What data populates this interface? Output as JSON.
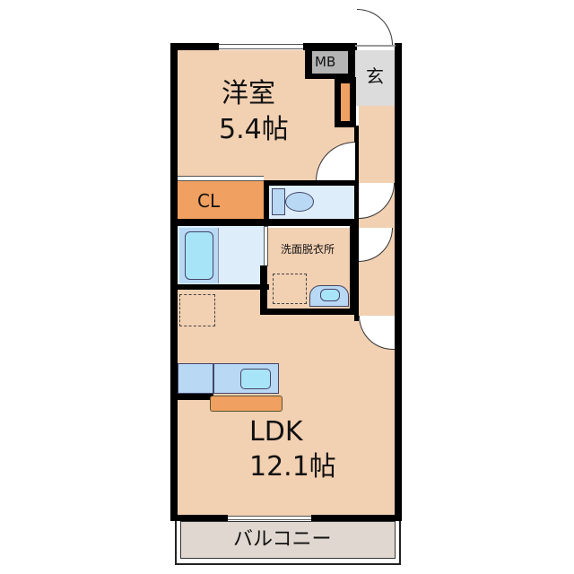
{
  "floorplan": {
    "rooms": {
      "western_room": {
        "name": "洋室",
        "size": "5.4帖"
      },
      "ldk": {
        "name": "LDK",
        "size": "12.1帖"
      },
      "closet": {
        "name": "CL"
      },
      "meter_box": {
        "name": "MB"
      },
      "entrance": {
        "name": "玄"
      },
      "washroom": {
        "name": "洗面脱衣所"
      },
      "balcony": {
        "name": "バルコニー"
      }
    },
    "colors": {
      "floor": "#f2d0b2",
      "wall": "#000000",
      "wet_area": "#ddeefa",
      "fixture_blue": "#b8d8f4",
      "tub_inner": "#a8e4f8",
      "closet": "#f0a060",
      "meter_box": "#b4b4b4",
      "entrance": "#dcdcdc",
      "balcony": "#e0d8d0"
    }
  }
}
